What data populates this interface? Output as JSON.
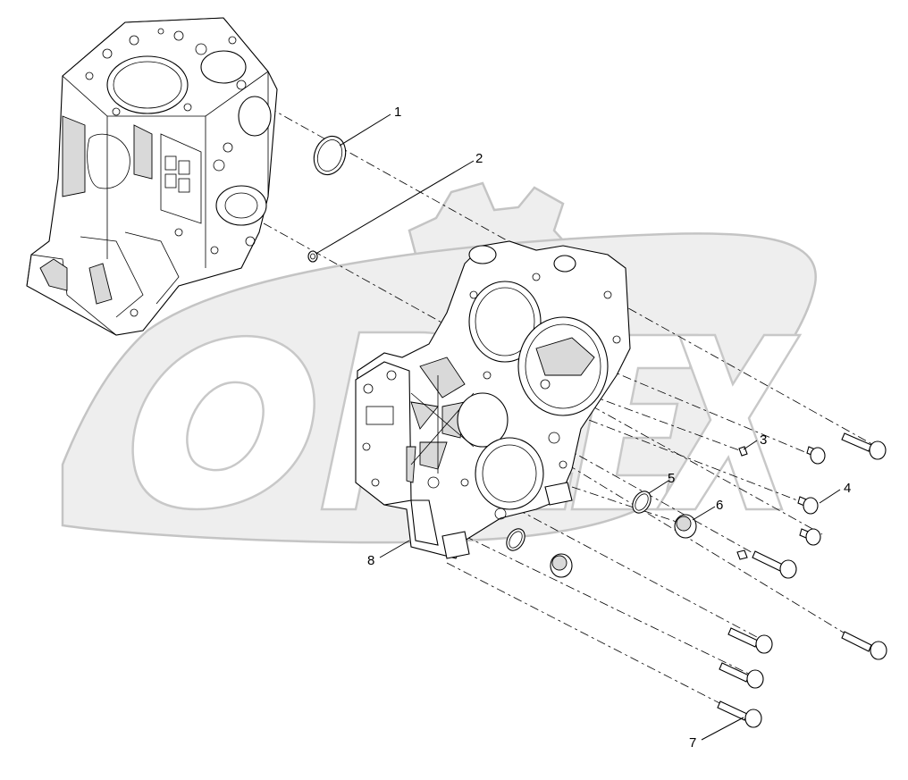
{
  "callouts": [
    {
      "label": "1"
    },
    {
      "label": "2"
    },
    {
      "label": "3"
    },
    {
      "label": "4"
    },
    {
      "label": "5"
    },
    {
      "label": "6"
    },
    {
      "label": "7"
    },
    {
      "label": "8"
    }
  ],
  "watermark": {
    "text": "ORLEX"
  },
  "colors": {
    "line": "#000000",
    "watermark_fill": "#eeeeee",
    "watermark_stroke": "#c4c4c4"
  }
}
